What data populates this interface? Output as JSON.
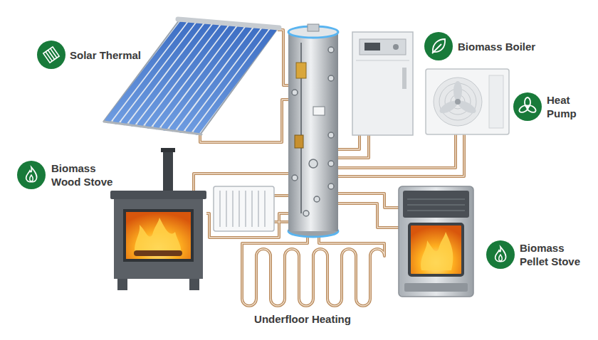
{
  "diagram": {
    "labels": [
      "Solar Thermal",
      "Biomass Boiler",
      "Heat Pump",
      "Biomass Wood Stove",
      "Biomass Pellet Stove",
      "Underfloor Heating"
    ]
  }
}
